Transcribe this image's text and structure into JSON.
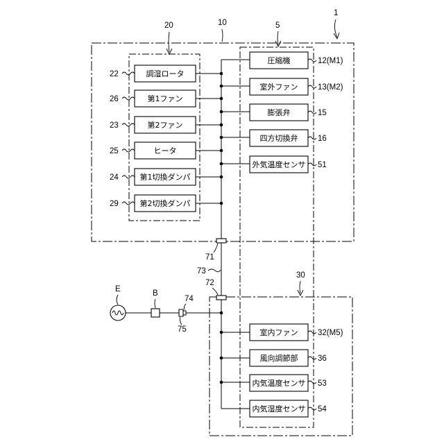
{
  "reference_numbers": {
    "system": "1",
    "outdoor_unit": "10",
    "outdoor_control": "5",
    "humidity_unit": "20",
    "indoor_unit": "30",
    "connector_outdoor": "71",
    "connector_indoor": "72",
    "cable": "73",
    "plug": "74",
    "socket": "75",
    "power_source": "E",
    "breaker": "B"
  },
  "humidity_components": [
    {
      "num": "22",
      "label": "調湿ロータ"
    },
    {
      "num": "26",
      "label": "第1ファン"
    },
    {
      "num": "23",
      "label": "第2ファン"
    },
    {
      "num": "25",
      "label": "ヒータ"
    },
    {
      "num": "24",
      "label": "第1切換ダンパ"
    },
    {
      "num": "29",
      "label": "第2切換ダンパ"
    }
  ],
  "outdoor_components": [
    {
      "num": "12(M1)",
      "label": "圧縮機"
    },
    {
      "num": "13(M2)",
      "label": "室外ファン"
    },
    {
      "num": "15",
      "label": "膨張弁"
    },
    {
      "num": "16",
      "label": "四方切換弁"
    },
    {
      "num": "51",
      "label": "外気温度センサ"
    }
  ],
  "indoor_components": [
    {
      "num": "32(M5)",
      "label": "室内ファン"
    },
    {
      "num": "36",
      "label": "風向調節部"
    },
    {
      "num": "53",
      "label": "内気温度センサ"
    },
    {
      "num": "54",
      "label": "内気湿度センサ"
    }
  ]
}
